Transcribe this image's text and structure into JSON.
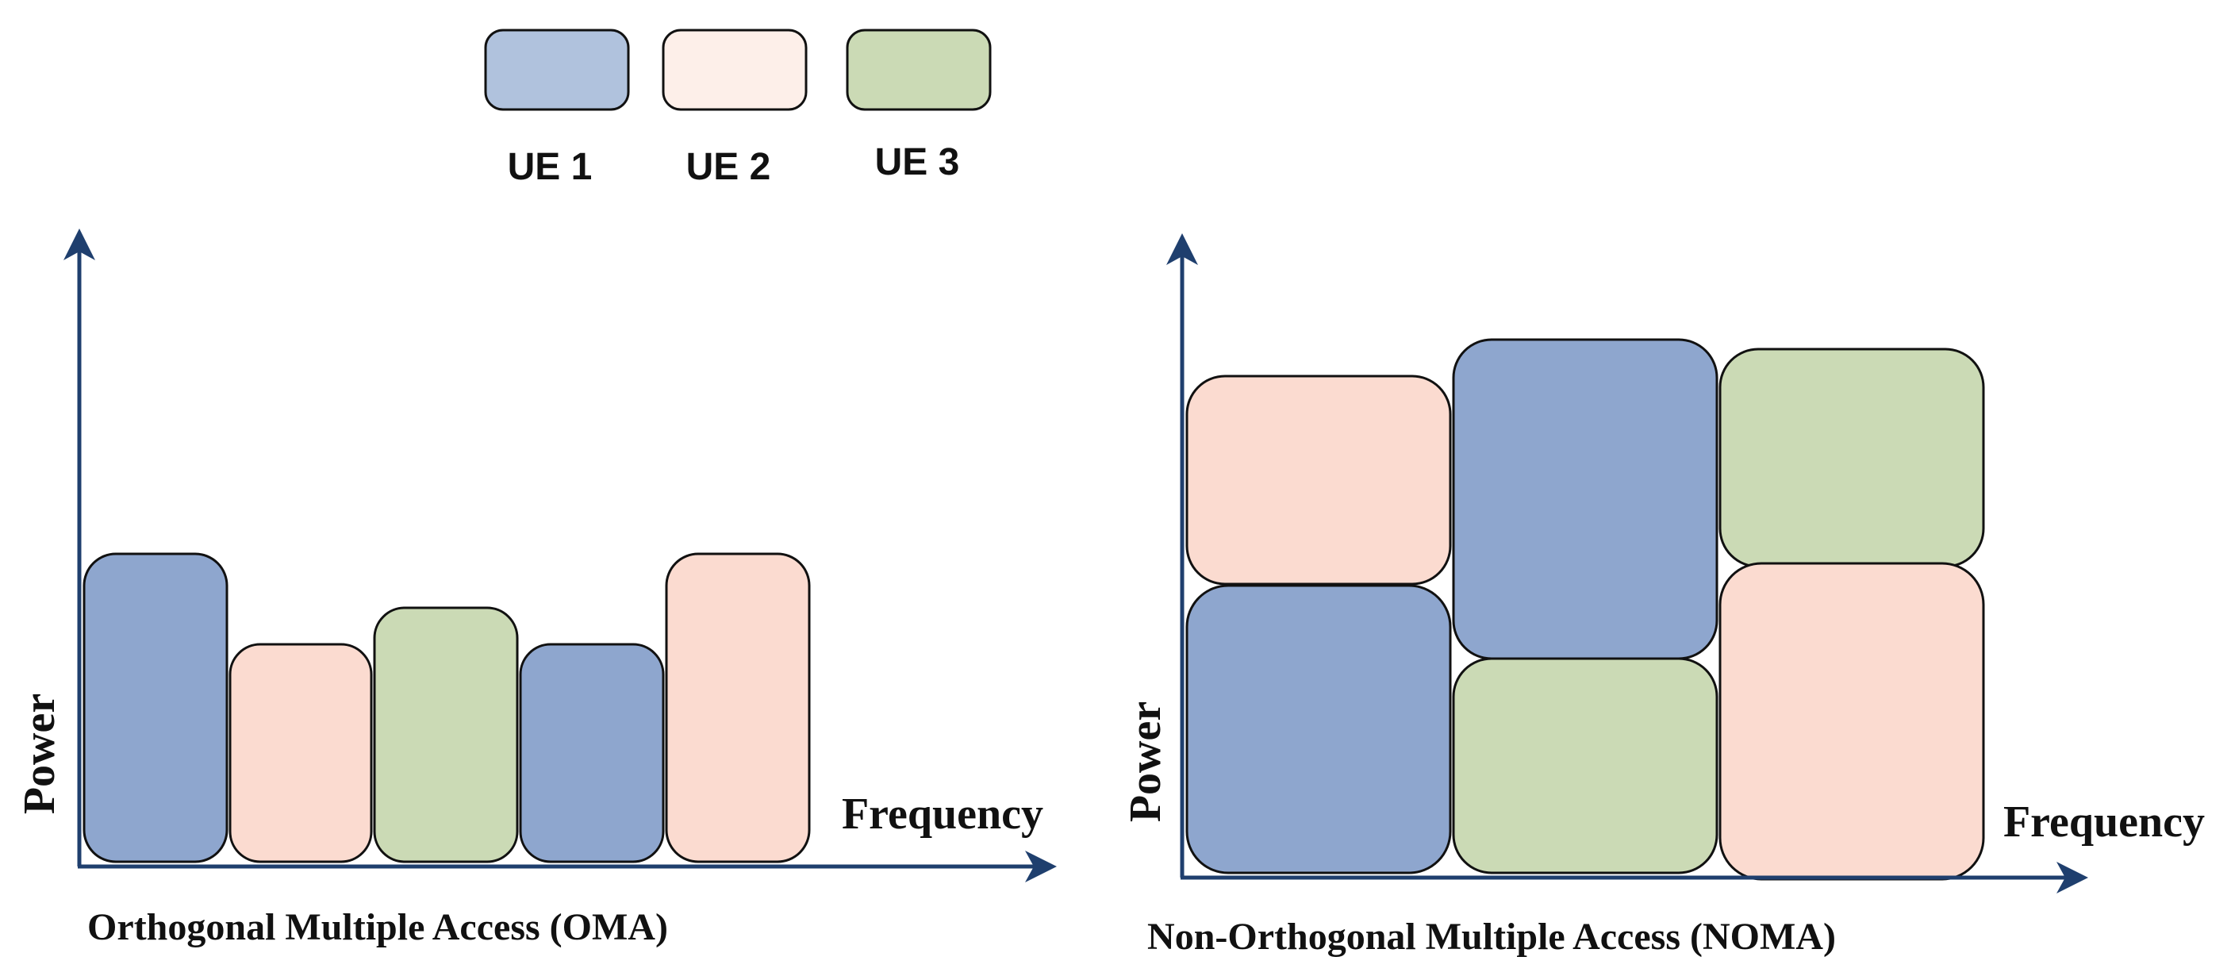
{
  "colors": {
    "ue1": "#8ea6ce",
    "ue1_legend": "#b0c2dd",
    "ue2": "#fbdbd0",
    "ue2_legend": "#fdefe9",
    "ue3": "#cbdab5",
    "ue3_legend": "#cbdab5",
    "axis": "#1f3f6e",
    "block_stroke": "#111111"
  },
  "legend": {
    "items": [
      {
        "label": "UE 1",
        "color_key": "ue1_legend"
      },
      {
        "label": "UE 2",
        "color_key": "ue2_legend"
      },
      {
        "label": "UE 3",
        "color_key": "ue3_legend"
      }
    ]
  },
  "oma": {
    "ylabel": "Power",
    "xlabel": "Frequency",
    "caption": "Orthogonal Multiple Access (OMA)",
    "blocks": [
      {
        "user": "UE 1",
        "color_key": "ue1"
      },
      {
        "user": "UE 2",
        "color_key": "ue2"
      },
      {
        "user": "UE 3",
        "color_key": "ue3"
      },
      {
        "user": "UE 1",
        "color_key": "ue1"
      },
      {
        "user": "UE 2",
        "color_key": "ue2"
      }
    ]
  },
  "noma": {
    "ylabel": "Power",
    "xlabel": "Frequency",
    "caption": "Non-Orthogonal Multiple Access (NOMA)",
    "blocks": [
      {
        "user": "UE 2",
        "color_key": "ue2"
      },
      {
        "user": "UE 1",
        "color_key": "ue1"
      },
      {
        "user": "UE 1",
        "color_key": "ue1"
      },
      {
        "user": "UE 3",
        "color_key": "ue3"
      },
      {
        "user": "UE 3",
        "color_key": "ue3"
      },
      {
        "user": "UE 2",
        "color_key": "ue2"
      }
    ]
  }
}
